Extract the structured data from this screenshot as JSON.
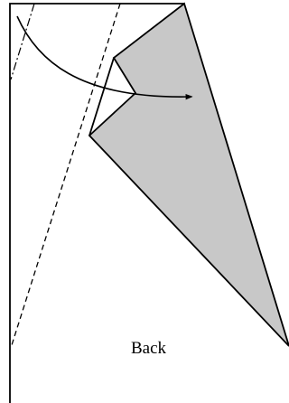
{
  "diagram": {
    "label_back": "Back",
    "colors": {
      "background": "#ffffff",
      "stroke": "#000000",
      "flap_fill": "#c8c8c8"
    },
    "line_styles": {
      "valley_fold": "dashed",
      "mountain_fold": "dash-dot",
      "move_arrow": "curved-arrow"
    }
  }
}
